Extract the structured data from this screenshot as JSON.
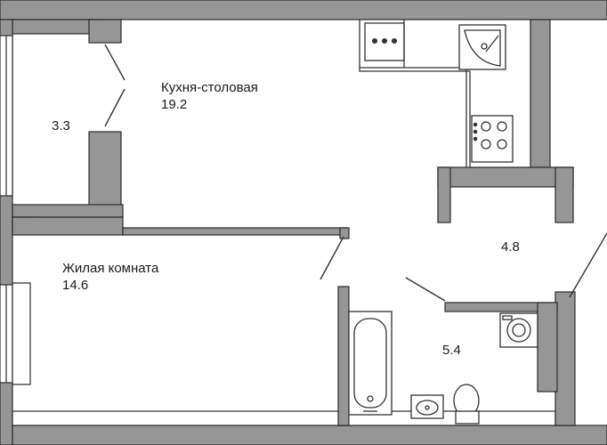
{
  "rooms": {
    "kitchen": {
      "name": "Кухня-столовая",
      "area": "19.2"
    },
    "loggia": {
      "area": "3.3"
    },
    "living": {
      "name": "Жилая комната",
      "area": "14.6"
    },
    "hall": {
      "area": "4.8"
    },
    "bathroom": {
      "area": "5.4"
    }
  },
  "colors": {
    "wall": "#969696",
    "wall_outline": "#2b2b2b",
    "fixture_stroke": "#333333",
    "background": "#ffffff"
  }
}
